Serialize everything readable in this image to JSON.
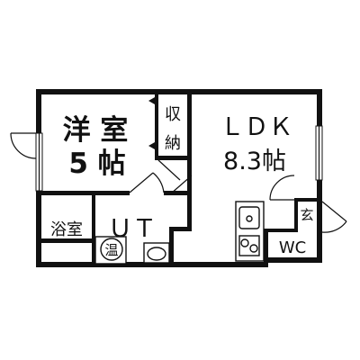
{
  "rooms": {
    "western_room": {
      "name": "洋 室",
      "size": "5 帖"
    },
    "storage": {
      "line1": "収",
      "line2": "納"
    },
    "ldk": {
      "name": "ＬＤＫ",
      "size": "8.3帖"
    },
    "bathroom": {
      "name": "浴室"
    },
    "utility": {
      "name": "ＵＴ"
    },
    "water_heater": {
      "name": "温"
    },
    "entrance": {
      "name": "玄"
    },
    "toilet": {
      "name": "WC"
    }
  },
  "colors": {
    "wall": "#111111",
    "background": "#ffffff"
  }
}
